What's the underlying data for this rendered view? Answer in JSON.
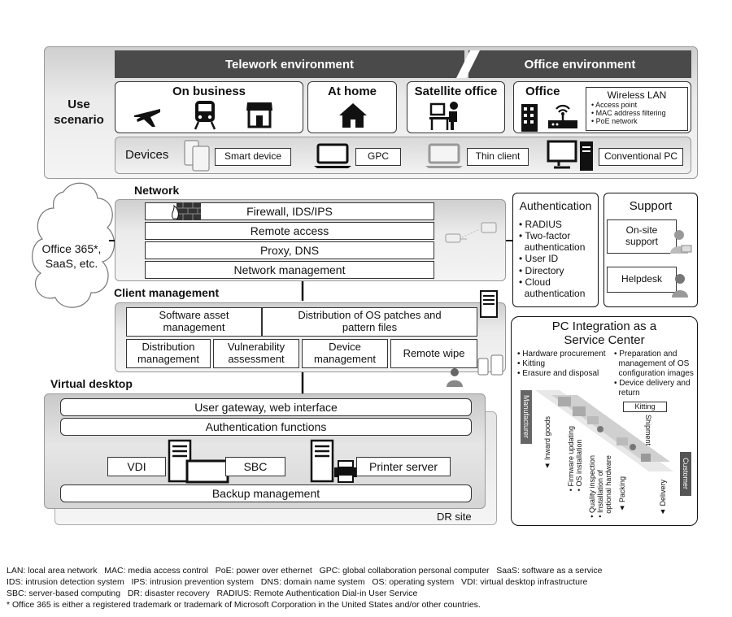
{
  "use_scenario": {
    "label": "Use\nscenario",
    "telework_header": "Telework environment",
    "office_header": "Office environment",
    "on_business": "On business",
    "at_home": "At home",
    "satellite_office": "Satellite office",
    "office": "Office",
    "wireless_lan": {
      "title": "Wireless LAN",
      "items": [
        "• Access point",
        "• MAC address filtering",
        "• PoE network"
      ]
    },
    "devices_label": "Devices",
    "devices": [
      "Smart device",
      "GPC",
      "Thin client",
      "Conventional PC"
    ]
  },
  "network": {
    "title": "Network",
    "items": [
      "Firewall, IDS/IPS",
      "Remote access",
      "Proxy, DNS",
      "Network management"
    ]
  },
  "cloud": {
    "label": "Office 365*,\nSaaS, etc."
  },
  "authentication": {
    "title": "Authentication",
    "items": [
      "• RADIUS",
      "• Two-factor\n  authentication",
      "• User ID",
      "• Directory",
      "• Cloud\n  authentication"
    ]
  },
  "support": {
    "title": "Support",
    "onsite": "On-site\nsupport",
    "helpdesk": "Helpdesk"
  },
  "client_management": {
    "title": "Client management",
    "software_asset": "Software asset\nmanagement",
    "distribution_os": "Distribution of OS patches and\npattern files",
    "distribution_mgmt": "Distribution\nmanagement",
    "vulnerability": "Vulnerability\nassessment",
    "device_mgmt": "Device\nmanagement",
    "remote_wipe": "Remote wipe"
  },
  "virtual_desktop": {
    "title": "Virtual desktop",
    "user_gateway": "User gateway, web interface",
    "auth_functions": "Authentication functions",
    "vdi": "VDI",
    "sbc": "SBC",
    "printer_server": "Printer server",
    "backup": "Backup management",
    "dr_site": "DR site"
  },
  "pc_integration": {
    "title": "PC Integration as a\nService Center",
    "left_items": [
      "• Hardware procurement",
      "• Kitting",
      "• Erasure and disposal"
    ],
    "right_items": [
      "• Preparation and\n  management of OS\n  configuration images",
      "• Device delivery and\n  return"
    ],
    "manufacturer": "Manufacturer",
    "customer": "Customer",
    "kitting": "Kitting",
    "shipment": "Shipment",
    "steps": [
      "▲ Inward goods",
      "• Firmware updating\n• OS installation",
      "• Quality inspection\n• Installation of\n  optional hardware",
      "▲ Packing",
      "▲ Delivery"
    ]
  },
  "footnotes": [
    "LAN: local area network   MAC: media access control   PoE: power over ethernet   GPC: global collaboration personal computer   SaaS: software as a service",
    "IDS: intrusion detection system   IPS: intrusion prevention system   DNS: domain name system   OS: operating system   VDI: virtual desktop infrastructure",
    "SBC: server-based computing   DR: disaster recovery   RADIUS: Remote Authentication Dial-in User Service",
    "* Office 365 is either a registered trademark or trademark of Microsoft Corporation in the United States and/or other countries."
  ]
}
